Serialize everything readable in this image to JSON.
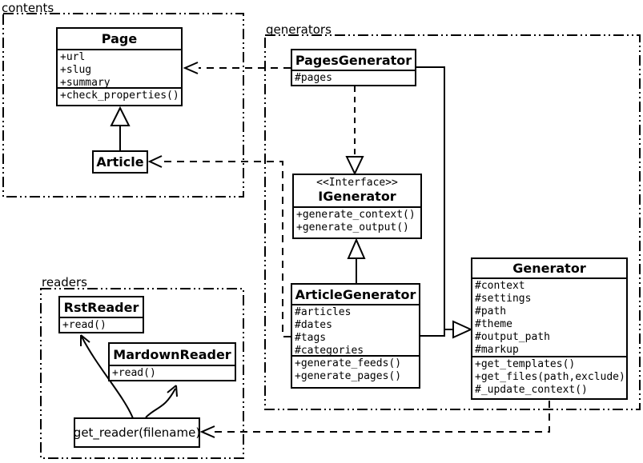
{
  "title": "UML class diagram",
  "colors": {
    "line": "#000000",
    "background": "#ffffff",
    "box_fill": "#ffffff"
  },
  "packages": {
    "contents": {
      "label": "contents"
    },
    "generators": {
      "label": "generators"
    },
    "readers": {
      "label": "readers"
    }
  },
  "classes": {
    "page": {
      "name": "Page",
      "attrs": [
        "+url",
        "+slug",
        "+summary"
      ],
      "methods": [
        "+check_properties()"
      ]
    },
    "article": {
      "name": "Article"
    },
    "pages_generator": {
      "name": "PagesGenerator",
      "attrs": [
        "#pages"
      ]
    },
    "igenerator": {
      "stereotype": "<<Interface>>",
      "name": "IGenerator",
      "methods": [
        "+generate_context()",
        "+generate_output()"
      ]
    },
    "article_generator": {
      "name": "ArticleGenerator",
      "attrs": [
        "#articles",
        "#dates",
        "#tags",
        "#categories"
      ],
      "methods": [
        "+generate_feeds()",
        "+generate_pages()"
      ]
    },
    "generator": {
      "name": "Generator",
      "attrs": [
        "#context",
        "#settings",
        "#path",
        "#theme",
        "#output_path",
        "#markup"
      ],
      "methods": [
        "+get_templates()",
        "+get_files(path,exclude)",
        "#_update_context()"
      ]
    },
    "rst_reader": {
      "name": "RstReader",
      "methods": [
        "+read()"
      ]
    },
    "mardown_reader": {
      "name": "MardownReader",
      "methods": [
        "+read()"
      ]
    },
    "get_reader": {
      "label": "get_reader(filename)"
    }
  },
  "edges": [
    {
      "from": "Article",
      "to": "Page",
      "type": "generalization"
    },
    {
      "from": "PagesGenerator",
      "to": "Page",
      "type": "dependency"
    },
    {
      "from": "ArticleGenerator",
      "to": "Article",
      "type": "dependency"
    },
    {
      "from": "PagesGenerator",
      "to": "IGenerator",
      "type": "realization"
    },
    {
      "from": "ArticleGenerator",
      "to": "IGenerator",
      "type": "generalization"
    },
    {
      "from": "PagesGenerator",
      "to": "Generator",
      "type": "generalization"
    },
    {
      "from": "ArticleGenerator",
      "to": "Generator",
      "type": "generalization"
    },
    {
      "from": "Generator",
      "to": "get_reader(filename)",
      "type": "dependency"
    },
    {
      "from": "get_reader(filename)",
      "to": "RstReader",
      "type": "call-arrow"
    },
    {
      "from": "get_reader(filename)",
      "to": "MardownReader",
      "type": "call-arrow"
    }
  ]
}
